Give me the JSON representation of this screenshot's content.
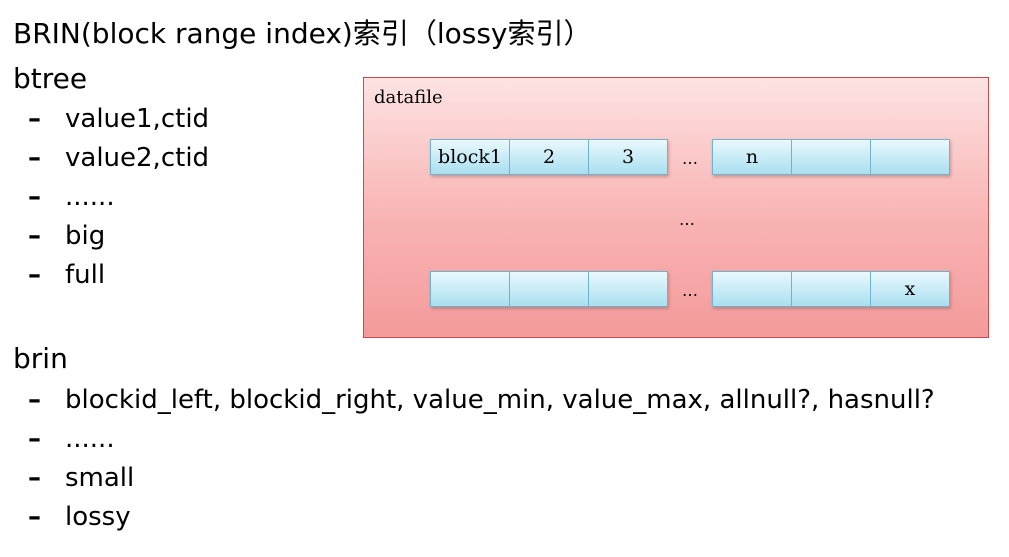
{
  "title": "BRIN(block range index)索引（lossy索引）",
  "btree": {
    "heading": "btree",
    "bullet": "–",
    "items": [
      "value1,ctid",
      "value2,ctid",
      "......",
      "big",
      "full"
    ]
  },
  "brin": {
    "heading": "brin",
    "bullet": "–",
    "items": [
      "blockid_left, blockid_right, value_min, value_max, allnull?, hasnull?",
      "......",
      "small",
      "lossy"
    ]
  },
  "datafile": {
    "label": "datafile",
    "top_row": {
      "left_cells": [
        "block1",
        "2",
        "3"
      ],
      "gap": "…",
      "right_cells": [
        "n",
        "",
        ""
      ]
    },
    "middle_gap": "…",
    "bottom_row": {
      "left_cells": [
        "",
        "",
        ""
      ],
      "gap": "…",
      "right_cells": [
        "",
        "",
        "x"
      ]
    },
    "colors": {
      "panel_fill": "#f9b3b3",
      "panel_border": "#c84a4a",
      "cell_fill": "#c9ecf7",
      "cell_border": "#6fb3cf"
    }
  }
}
